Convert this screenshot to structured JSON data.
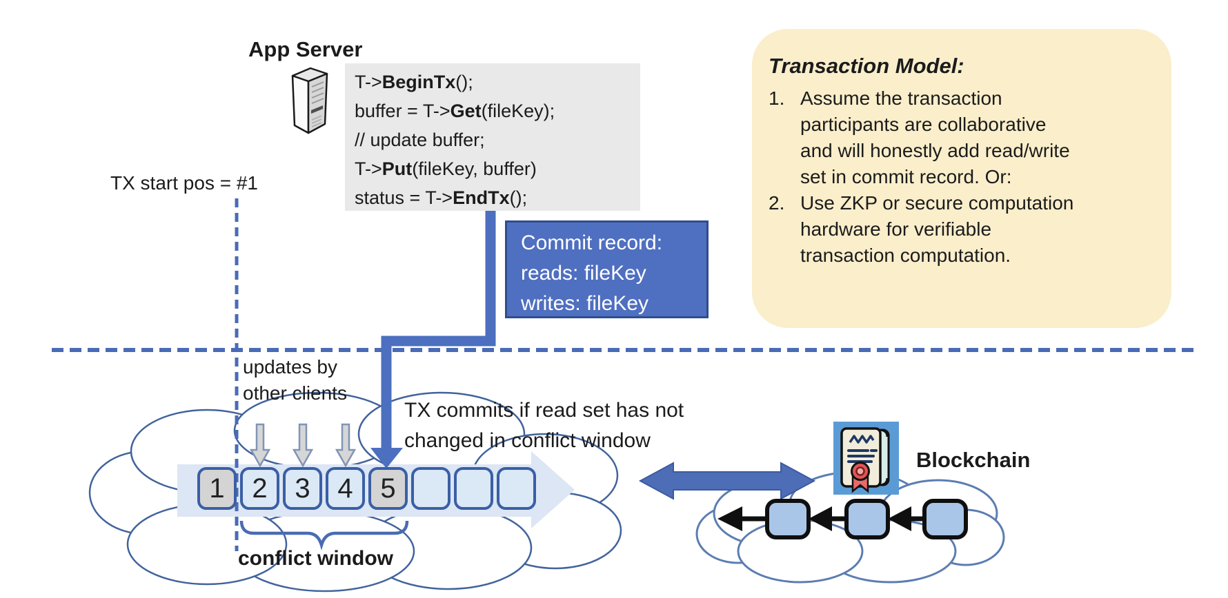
{
  "app_server": {
    "title": "App Server"
  },
  "code_block": {
    "lines": [
      {
        "pre": "T->",
        "bold": "BeginTx",
        "post": "();"
      },
      {
        "pre": "buffer = T->",
        "bold": "Get",
        "post": "(fileKey);"
      },
      {
        "pre": "// update buffer;",
        "bold": "",
        "post": ""
      },
      {
        "pre": "T->",
        "bold": "Put",
        "post": "(fileKey, buffer)"
      },
      {
        "pre": "status = T->",
        "bold": "EndTx",
        "post": "();"
      }
    ]
  },
  "tx_start_label": "TX start pos = #1",
  "commit_record": {
    "line1": "Commit record:",
    "line2": "reads: fileKey",
    "line3": "writes: fileKey"
  },
  "transaction_model": {
    "title": "Transaction Model:",
    "items": [
      {
        "num": "1.",
        "lines": [
          "Assume the transaction",
          "participants are collaborative",
          "and will honestly add read/write",
          "set in commit record.  Or:"
        ]
      },
      {
        "num": "2.",
        "lines": [
          "Use ZKP or secure computation",
          "hardware for verifiable",
          "transaction computation."
        ]
      }
    ]
  },
  "updates_label": {
    "line1": "updates by",
    "line2": "other clients"
  },
  "tx_commits_label": {
    "line1": "TX commits if read set has not",
    "line2": "changed in conflict window"
  },
  "conflict_window_label": "conflict window",
  "blockchain_label": "Blockchain",
  "timeline": {
    "boxes": [
      {
        "label": "1",
        "state": "highlighted"
      },
      {
        "label": "2",
        "state": "normal"
      },
      {
        "label": "3",
        "state": "normal"
      },
      {
        "label": "4",
        "state": "normal"
      },
      {
        "label": "5",
        "state": "highlighted"
      },
      {
        "label": "",
        "state": "normal"
      },
      {
        "label": "",
        "state": "normal"
      },
      {
        "label": "",
        "state": "normal"
      }
    ]
  },
  "icons": {
    "server": "server-tower-icon",
    "certificate": "ledger-scroll-icon",
    "clouds": [
      "shared-log-cloud",
      "blockchain-cloud"
    ],
    "arrows": [
      "commit-elbow-arrow",
      "update-arrow",
      "timeline-arrow",
      "sync-double-arrow",
      "prev-block-arrow"
    ]
  },
  "colors": {
    "accent_blue": "#4f6fc0",
    "accent_blue_border": "#2f4d8e",
    "dashed_line_blue": "#4a6bb5",
    "cloud_stroke": "#41639c",
    "band_light_blue": "#dce6f4",
    "box_light_fill": "#dbe8f6",
    "box_gray_fill": "#d4d4d4",
    "box_border": "#3a5fa5",
    "model_box_yellow": "#faeecb",
    "code_bg_gray": "#e9e9e9",
    "block_fill": "#a9c6e8",
    "icon_bg_blue": "#5b9bd5",
    "seal_red": "#e25555",
    "text": "#1b1b1b"
  }
}
